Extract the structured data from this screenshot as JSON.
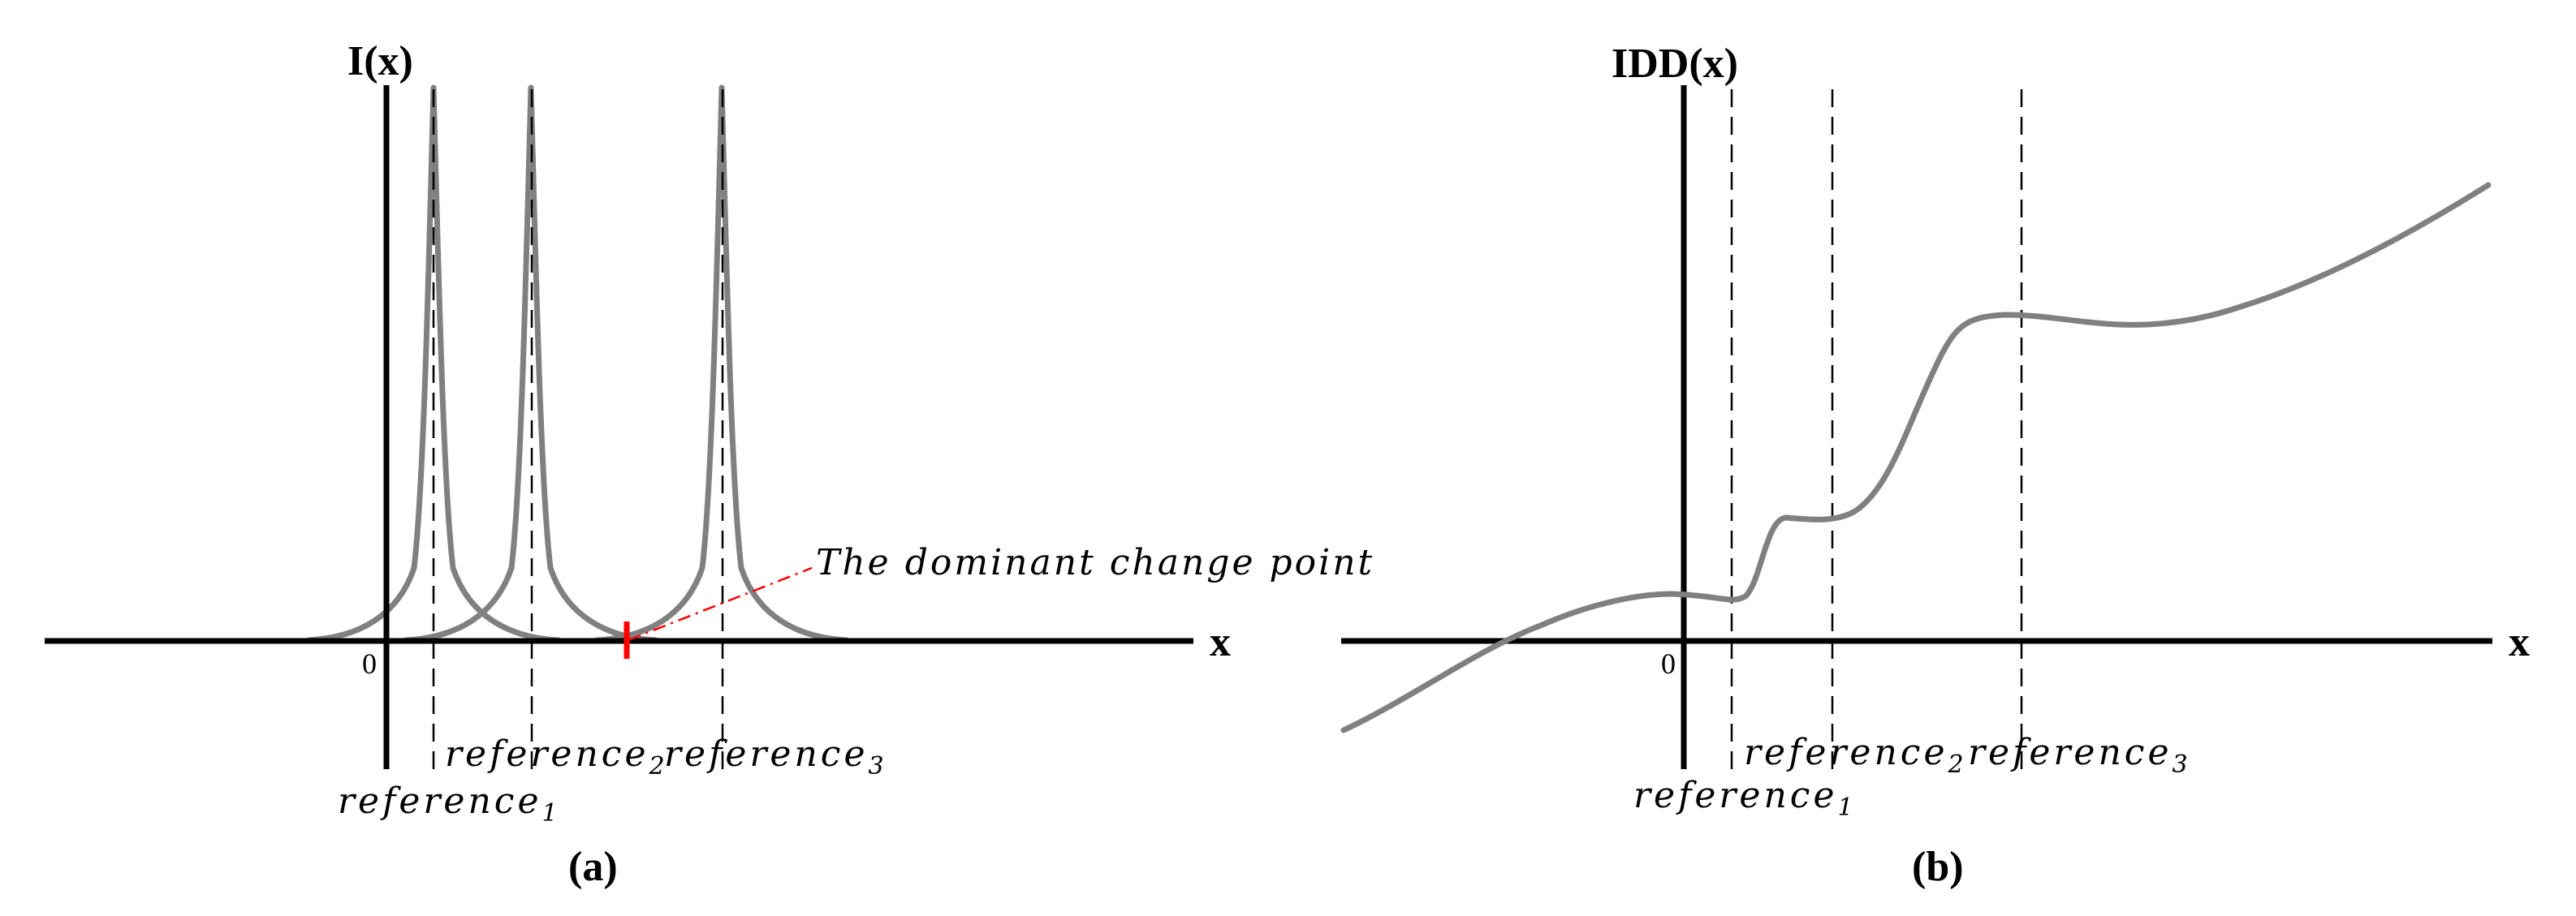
{
  "panel_a": {
    "y_label": "I(x)",
    "x_label": "x",
    "origin_label": "0",
    "references": [
      {
        "base": "reference",
        "sub": "1"
      },
      {
        "base": "reference",
        "sub": "2"
      },
      {
        "base": "reference",
        "sub": "3"
      }
    ],
    "annotation": "The dominant change point",
    "marker_color": "#ff0000",
    "curve_color": "#808080",
    "caption": "(a)"
  },
  "panel_b": {
    "y_label": "IDD(x)",
    "x_label": "x",
    "origin_label": "0",
    "references": [
      {
        "base": "reference",
        "sub": "1"
      },
      {
        "base": "reference",
        "sub": "2"
      },
      {
        "base": "reference",
        "sub": "3"
      }
    ],
    "curve_color": "#808080",
    "caption": "(b)"
  }
}
